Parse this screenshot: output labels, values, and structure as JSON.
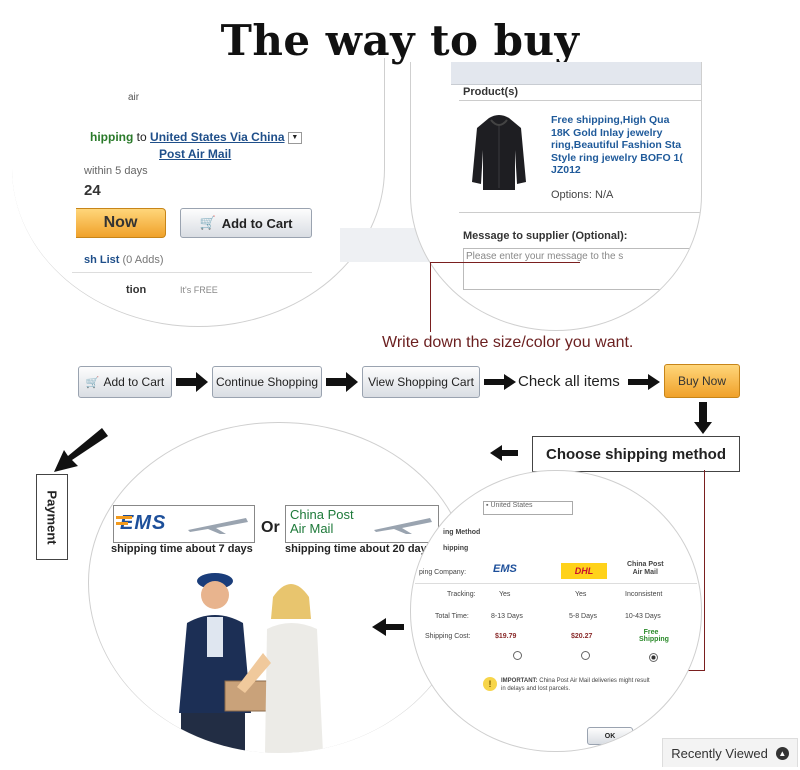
{
  "title": "The way to buy",
  "top_left": {
    "air_fragment": "air",
    "shipping_prefix": "hipping",
    "shipping_to": "to",
    "shipping_link_line1": "United States Via China",
    "shipping_link_line2": "Post Air Mail",
    "delivery": "within 5 days",
    "price_fragment": "24",
    "buy_now": "Now",
    "add_to_cart": "Add to Cart",
    "wish_list": "sh List",
    "wish_adds": "(0 Adds)",
    "protection": "tion",
    "free_text": "It's FREE"
  },
  "top_right": {
    "products_header": "Product(s)",
    "product_desc": [
      "Free shipping,High Qua",
      "18K Gold Inlay jewelry",
      "ring,Beautiful Fashion Sta",
      "Style ring jewelry BOFO 1(",
      "JZ012"
    ],
    "options": "Options:",
    "options_value": "N/A",
    "message_label": "Message to supplier (Optional):",
    "message_placeholder": "Please enter your message to the s"
  },
  "instruction": "Write down the size/color you want.",
  "flow": {
    "add_to_cart": "Add to Cart",
    "continue_shopping": "Continue Shopping",
    "view_cart": "View Shopping Cart",
    "check_items": "Check all items",
    "buy_now": "Buy Now",
    "choose_shipping": "Choose shipping method",
    "payment": "Payment"
  },
  "bottom_left": {
    "ems_logo": "EMS",
    "or": "Or",
    "china_post_line1": "China Post",
    "china_post_line2": "Air Mail",
    "ems_time": "shipping time about 7 days",
    "china_time": "shipping time about 20 days"
  },
  "bottom_right": {
    "country": "United States",
    "method_label": "ing Method",
    "shipping_label": "hipping",
    "company_label": "ping Company:",
    "ems": "EMS",
    "dhl": "DHL",
    "china_post_line1": "China Post",
    "china_post_line2": "Air Mail",
    "tracking_label": "Tracking:",
    "tracking": [
      "Yes",
      "Yes",
      "Inconsistent"
    ],
    "total_label": "Total Time:",
    "total": [
      "8-13 Days",
      "5-8 Days",
      "10-43 Days"
    ],
    "cost_label": "Shipping Cost:",
    "cost": [
      "$19.79",
      "$20.27",
      "Free Shipping"
    ],
    "important_label": "IMPORTANT:",
    "important_text_line1": "China Post Air Mail deliveries might result",
    "important_text_line2": "in delays and lost parcels.",
    "ok": "OK"
  },
  "recently_viewed": "Recently Viewed"
}
